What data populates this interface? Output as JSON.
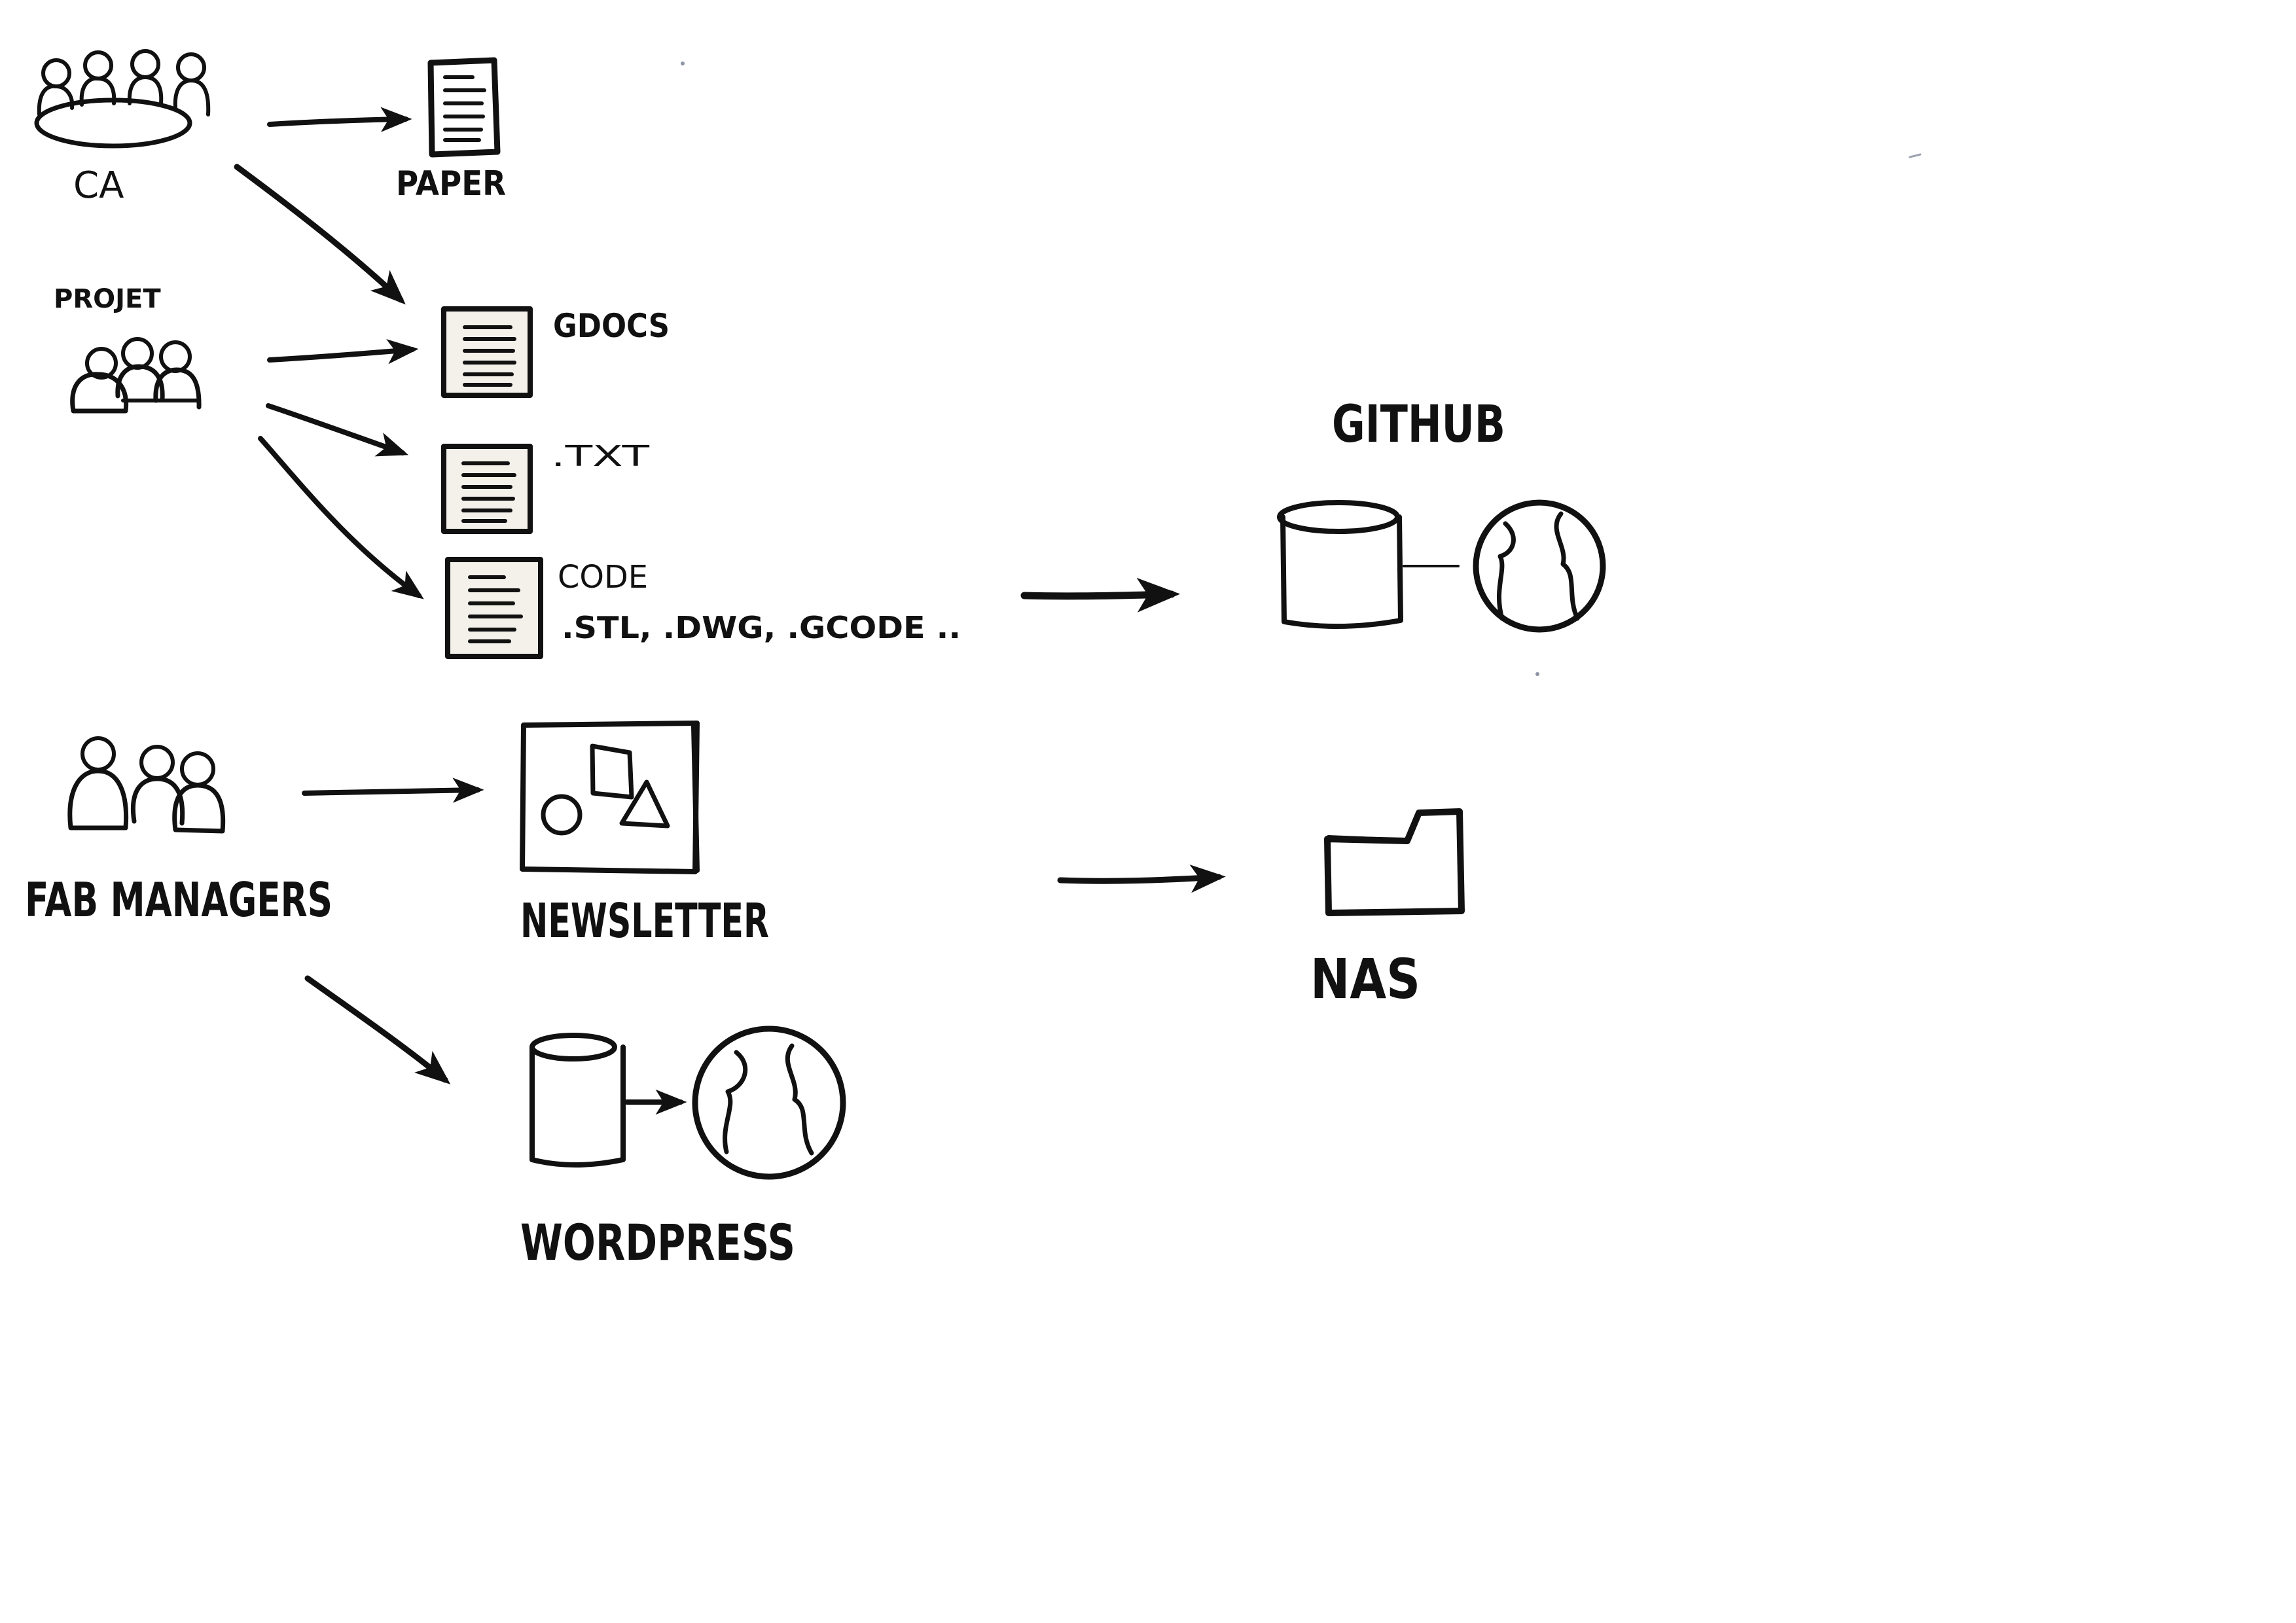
{
  "diagram": {
    "groups": {
      "ca": "CA",
      "projet": "PROJET",
      "fab_managers": "FAB MANAGERS"
    },
    "documents": {
      "paper": "PAPER",
      "gdocs": "GDOCS",
      "txt": ".TXT",
      "code": "CODE",
      "code_formats": ".STL, .DWG, .GCODE ..",
      "newsletter": "NEWSLETTER",
      "wordpress": "WORDPRESS"
    },
    "destinations": {
      "github": "GITHUB",
      "nas": "NAS"
    }
  }
}
